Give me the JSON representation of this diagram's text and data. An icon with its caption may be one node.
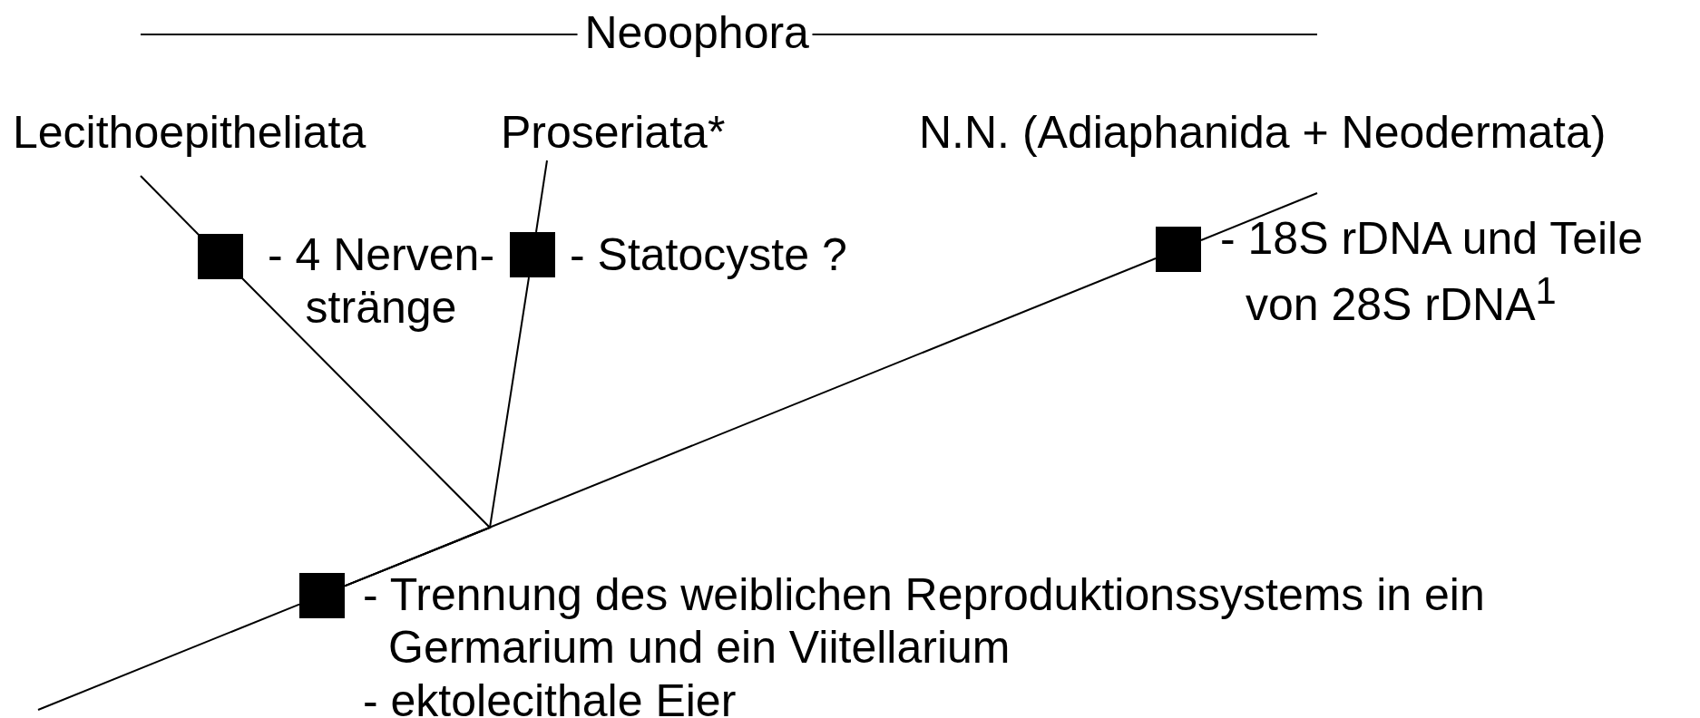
{
  "diagram": {
    "nodes": [
      {
        "text": [
          "Lecithoepitheliata"
        ]
      },
      {
        "text": [
          "Proseriata*"
        ]
      },
      {
        "text": [
          "N.N. (Adiaphanida + Neodermata)"
        ]
      },
      {
        "text": [],
        "shape": "box",
        "beside": [
          "- 4 Nerven- stränge"
        ]
      },
      {
        "text": [],
        "shape": "box",
        "beside": [
          "- Statocyste ?"
        ]
      },
      {
        "text": [],
        "shape": "box",
        "beside": [
          "- 18S rDNA und Teile von 28S rDNA$^{1}$"
        ]
      },
      {
        "text": [],
        "shape": "box",
        "beside": [
          "- Trennung des weiblichen Reproduktionssystems in ein Germarium und ein Viitellarium",
          "- ektolecithale Eier"
        ]
      }
    ],
    "edges": [
      {
        "from": null,
        "to": 6,
        "arrow": "none"
      },
      {
        "from": 6,
        "to": 3,
        "arrow": "none"
      },
      {
        "from": 6,
        "to": 4,
        "arrow": "none"
      },
      {
        "from": 6,
        "to": 5,
        "arrow": "none"
      },
      {
        "from": 3,
        "to": 0,
        "arrow": "none"
      },
      {
        "from": 4,
        "to": 1,
        "arrow": "none"
      },
      {
        "from": 5,
        "to": 2,
        "arrow": "none"
      }
    ],
    "labels": [
      "Neoophora"
    ]
  }
}
